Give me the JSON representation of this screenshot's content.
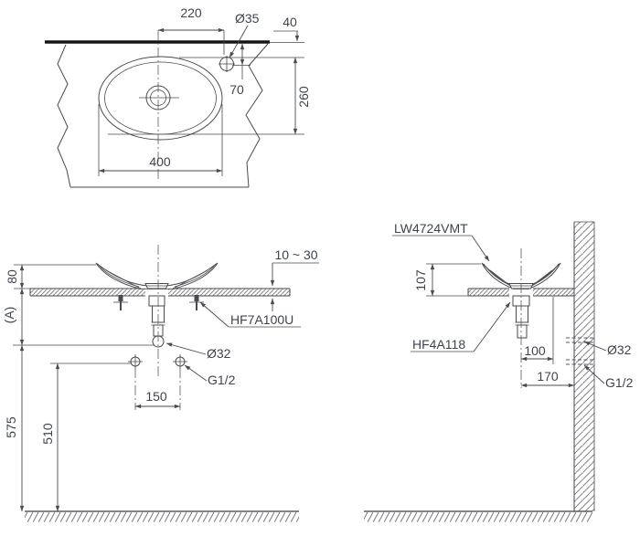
{
  "drawing": {
    "plan_view": {
      "dim_faucet_offset_x": "220",
      "faucet_hole_dia": "Ø35",
      "dim_rim_to_edge": "40",
      "dim_faucet_from_edge": "70",
      "dim_basin_depth": "260",
      "dim_basin_width": "400"
    },
    "front_view": {
      "dim_rim_above_counter": "80",
      "dim_a_ref": "(A)",
      "dim_counter_thickness": "10 ~ 30",
      "drain_model": "HF7A100U",
      "drain_pipe_dia": "Ø32",
      "supply_thread": "G1/2",
      "dim_supply_spacing": "150",
      "dim_drain_height": "575",
      "dim_supply_height": "510"
    },
    "side_view": {
      "basin_model": "LW4724VMT",
      "dim_total_height": "107",
      "drain_fitting_model": "HF4A118",
      "dim_center_to_rim": "100",
      "dim_center_to_wall": "170",
      "drain_pipe_dia": "Ø32",
      "supply_thread": "G1/2"
    },
    "colors": {
      "line": "#4a4a4e",
      "text": "#3e434e",
      "thick_edge": "#161616",
      "hatch": "#73737a",
      "background": "#ffffff"
    }
  }
}
